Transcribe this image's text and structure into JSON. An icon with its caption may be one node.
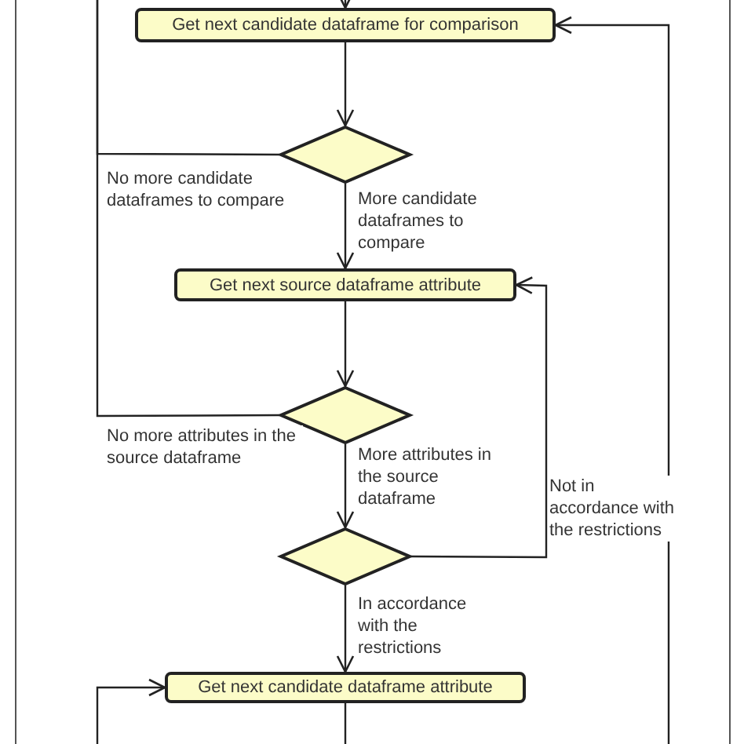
{
  "diagram": {
    "nodes": [
      {
        "text": [
          "Get next candidate dataframe for comparison"
        ]
      },
      {
        "text": [],
        "shape": "diamond"
      },
      {
        "text": [
          "Get next source dataframe attribute"
        ]
      },
      {
        "text": [],
        "shape": "diamond"
      },
      {
        "text": [],
        "shape": "diamond"
      },
      {
        "text": [
          "Get next candidate dataframe attribute"
        ]
      }
    ],
    "edges": [
      {
        "from": null,
        "to": 0,
        "arrow": "to"
      },
      {
        "from": 0,
        "to": 1,
        "arrow": "to"
      },
      {
        "from": 1,
        "to": 2,
        "arrow": "to",
        "label": "More candidate dataframes to compare"
      },
      {
        "from": 1,
        "to": null,
        "arrow": "none",
        "label": "No more candidate dataframes to compare"
      },
      {
        "from": 2,
        "to": 3,
        "arrow": "to"
      },
      {
        "from": 3,
        "to": null,
        "arrow": "none",
        "label": "No more attributes in the source dataframe"
      },
      {
        "from": 3,
        "to": 4,
        "arrow": "to",
        "label": "More attributes in the source dataframe"
      },
      {
        "from": 4,
        "to": 2,
        "arrow": "to",
        "label": "Not in accordance with the restrictions"
      },
      {
        "from": 4,
        "to": 5,
        "arrow": "to",
        "label": "In accordance with the restrictions"
      },
      {
        "from": null,
        "to": 0,
        "arrow": "to"
      },
      {
        "from": null,
        "to": 5,
        "arrow": "to"
      },
      {
        "from": 5,
        "to": null,
        "arrow": "none"
      }
    ]
  }
}
